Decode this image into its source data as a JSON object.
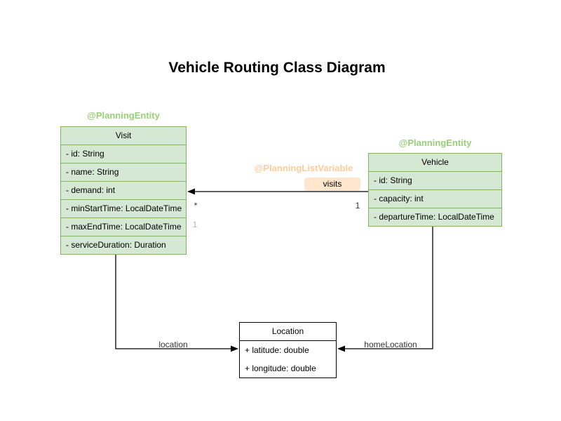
{
  "title": "Vehicle Routing Class Diagram",
  "colors": {
    "entity_fill": "#d5e8d4",
    "entity_stroke": "#82b366",
    "annotation_green": "#97d077",
    "annotation_orange": "#ffcc99",
    "visits_label_bg": "#ffe6cc",
    "plain_class_stroke": "#000000",
    "multiplicity_purple": "#b5a7cf",
    "edge_stroke": "#000000"
  },
  "classes": {
    "visit": {
      "annotation": "@PlanningEntity",
      "name": "Visit",
      "attributes": [
        "- id: String",
        "- name: String",
        "- demand: int",
        "- minStartTime: LocalDateTime",
        "- maxEndTime: LocalDateTime",
        "- serviceDuration: Duration"
      ]
    },
    "vehicle": {
      "annotation": "@PlanningEntity",
      "name": "Vehicle",
      "attributes": [
        "- id: String",
        "- capacity: int",
        "- departureTime: LocalDateTime"
      ]
    },
    "location": {
      "name": "Location",
      "attributes": [
        "+ latitude: double",
        "+ longitude: double"
      ]
    }
  },
  "edges": {
    "visits": {
      "annotation": "@PlanningListVariable",
      "label": "visits",
      "multiplicity_near_visit": "*",
      "multiplicity_near_vehicle": "1",
      "list_index_label": "1"
    },
    "location": {
      "label": "location"
    },
    "home_location": {
      "label": "homeLocation"
    }
  }
}
